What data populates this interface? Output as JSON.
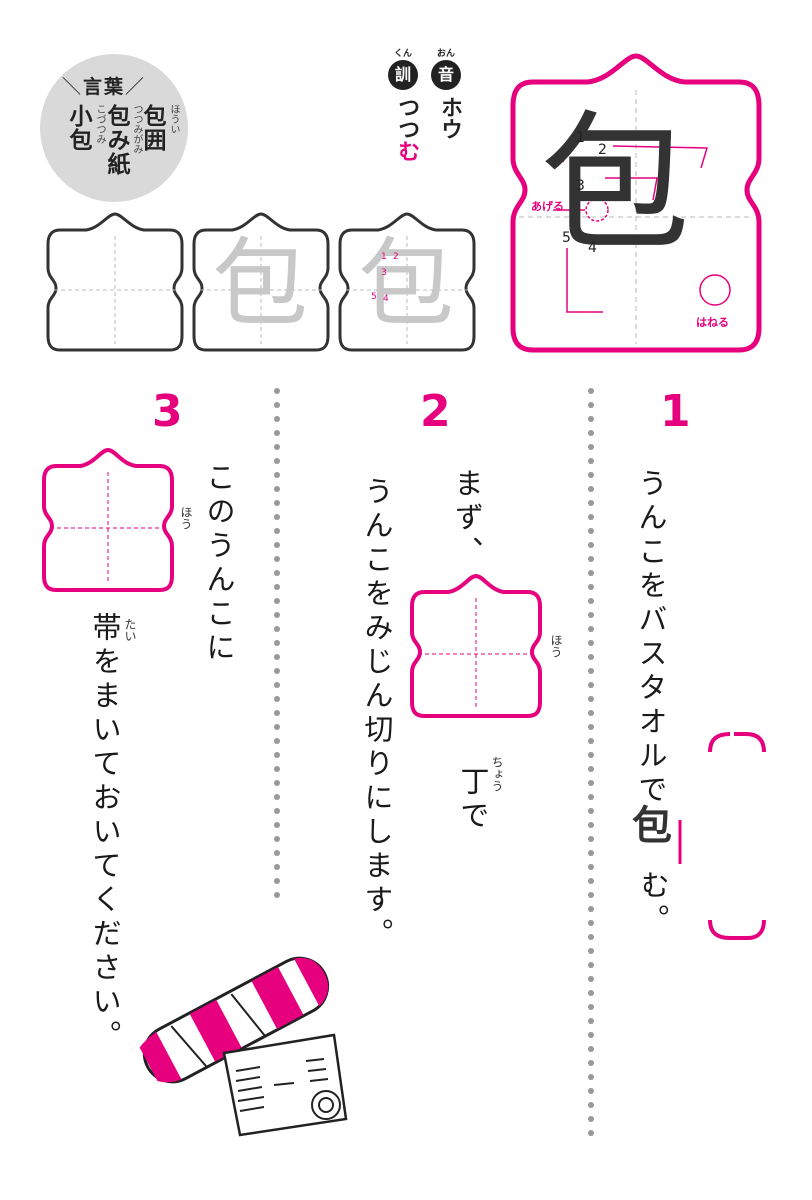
{
  "kanji": "包",
  "vocabulary": {
    "title": "言葉",
    "words": [
      {
        "text": "包囲",
        "ruby": "ほうい"
      },
      {
        "text": "包み紙",
        "ruby": "つつみがみ"
      },
      {
        "text": "小包",
        "ruby": "こづつみ"
      }
    ]
  },
  "readings": {
    "on_label": "音",
    "on_small": "おん",
    "on_reading": "ホウ",
    "kun_label": "訓",
    "kun_small": "くん",
    "kun_reading_plain": "つつ",
    "kun_reading_okurigana": "む"
  },
  "stroke_guide": {
    "numbers": [
      "1",
      "2",
      "3",
      "4",
      "5"
    ],
    "ageru_label": "あげる",
    "haneru_label": "はねる"
  },
  "practice_small_numbers": [
    "1",
    "2",
    "3",
    "4",
    "5"
  ],
  "steps": [
    {
      "number": "1",
      "line1": "うんこをバスタオルで",
      "kanji": "包",
      "line2_tail": "む。"
    },
    {
      "number": "2",
      "line1": "まず、",
      "box_ruby": "ほう",
      "line2": "丁で",
      "line2_ruby": "ちょう",
      "line3": "うんこをみじん切りにします。"
    },
    {
      "number": "3",
      "line1": "このうんこに",
      "box_ruby": "ほう",
      "line2_kanji": "帯",
      "line2_ruby": "たい",
      "line2_rest": "をまいておいてください。"
    }
  ],
  "colors": {
    "accent": "#e6007e",
    "ink": "#222222",
    "guide": "#bbbbbb"
  }
}
